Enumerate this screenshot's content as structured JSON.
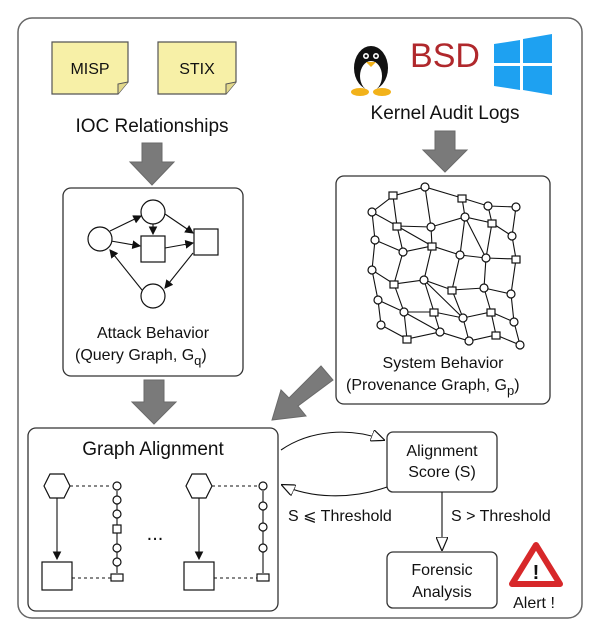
{
  "ioc_sources": [
    "MISP",
    "STIX"
  ],
  "ioc_label": "IOC Relationships",
  "os_logos": {
    "bsd": "BSD",
    "linux": "linux-penguin-icon",
    "windows": "windows-logo-icon"
  },
  "kernel_label": "Kernel Audit Logs",
  "query_graph": {
    "title": "Attack Behavior",
    "subtitle": "(Query Graph, G",
    "sub": "q",
    "close": ")"
  },
  "prov_graph": {
    "title": "System Behavior",
    "subtitle": "(Provenance Graph, G",
    "sub": "p",
    "close": ")"
  },
  "alignment": {
    "title": "Graph Alignment",
    "ellipsis": "..."
  },
  "score": {
    "line1": "Alignment",
    "line2": "Score (S)"
  },
  "threshold": {
    "low": "S ⩽ Threshold",
    "high": "S > Threshold"
  },
  "forensic": {
    "line1": "Forensic",
    "line2": "Analysis"
  },
  "alert": {
    "label": "Alert !",
    "symbol": "!",
    "color": "#d7282a"
  },
  "colors": {
    "doc_fill": "#f7f0a7",
    "arrow_gray": "#7a7a7a",
    "bsd_red": "#b0282c",
    "windows_blue": "#1ea1f1"
  }
}
